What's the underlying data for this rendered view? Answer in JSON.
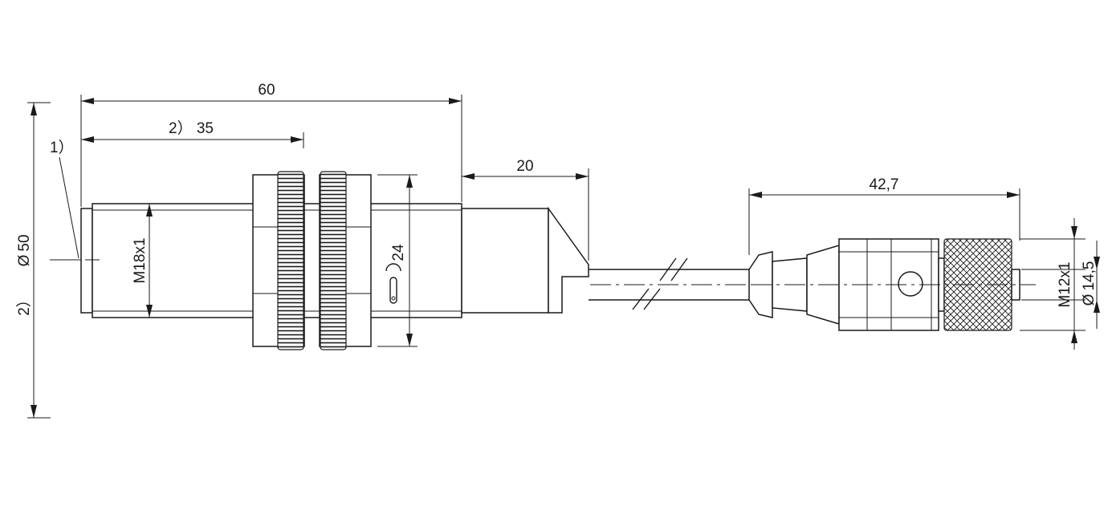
{
  "dimensions": {
    "length_total": "60",
    "thread_length": "2）  35",
    "cable_offset": "20",
    "connector_length": "42,7",
    "wrench_size": "24",
    "thread_main": "M18x1",
    "thread_connector": "M12x1",
    "connector_diameter": "14,5",
    "beam_diameter": "50"
  },
  "notes": {
    "note1": "1）",
    "note2": "2）"
  },
  "symbols": {
    "diameter": "Ø",
    "wrench": "wrench-icon"
  }
}
